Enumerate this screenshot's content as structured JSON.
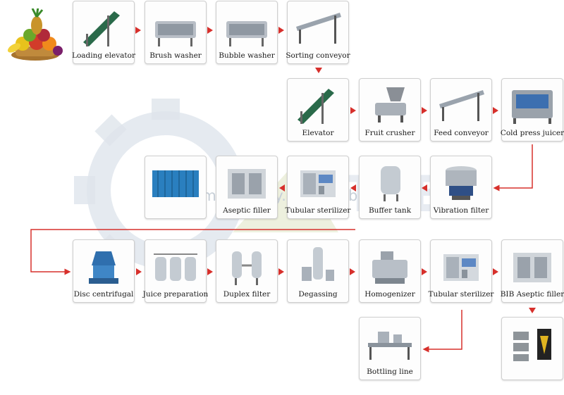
{
  "watermark": "antlermachinery.en.alibaba.com",
  "colors": {
    "arrow": "#d7302c",
    "box_border": "#cfcfcf"
  },
  "steps": [
    {
      "id": "loading-elevator",
      "label": "Loading elevator",
      "icon": "elevator"
    },
    {
      "id": "brush-washer",
      "label": "Brush washer",
      "icon": "washer"
    },
    {
      "id": "bubble-washer",
      "label": "Bubble washer",
      "icon": "washer"
    },
    {
      "id": "sorting-conveyor",
      "label": "Sorting conveyor",
      "icon": "conveyor"
    },
    {
      "id": "elevator",
      "label": "Elevator",
      "icon": "elevator"
    },
    {
      "id": "fruit-crusher",
      "label": "Fruit crusher",
      "icon": "crusher"
    },
    {
      "id": "feed-conveyor",
      "label": "Feed conveyor",
      "icon": "conveyor"
    },
    {
      "id": "cold-press-juicer",
      "label": "Cold press juicer",
      "icon": "press"
    },
    {
      "id": "vibration-filter",
      "label": "Vibration filter",
      "icon": "filter"
    },
    {
      "id": "buffer-tank",
      "label": "Buffer tank",
      "icon": "tank"
    },
    {
      "id": "tubular-sterilizer-1",
      "label": "Tubular sterilizer",
      "icon": "sterilizer"
    },
    {
      "id": "aseptic-filler",
      "label": "Aseptic filler",
      "icon": "filler"
    },
    {
      "id": "cold-storage",
      "label": "",
      "icon": "storage"
    },
    {
      "id": "disc-centrifugal",
      "label": "Disc centrifugal",
      "icon": "centrifuge"
    },
    {
      "id": "juice-preparation",
      "label": "Juice preparation",
      "icon": "tanks"
    },
    {
      "id": "duplex-filter",
      "label": "Duplex filter",
      "icon": "duplex"
    },
    {
      "id": "degassing",
      "label": "Degassing",
      "icon": "column"
    },
    {
      "id": "homogenizer",
      "label": "Homogenizer",
      "icon": "homogenizer"
    },
    {
      "id": "tubular-sterilizer-2",
      "label": "Tubular sterilizer",
      "icon": "sterilizer"
    },
    {
      "id": "bib-aseptic-filler",
      "label": "BIB Aseptic filler",
      "icon": "filler"
    },
    {
      "id": "bib-bags",
      "label": "",
      "icon": "bags"
    },
    {
      "id": "bottling-line",
      "label": "Bottling line",
      "icon": "bottling"
    }
  ]
}
